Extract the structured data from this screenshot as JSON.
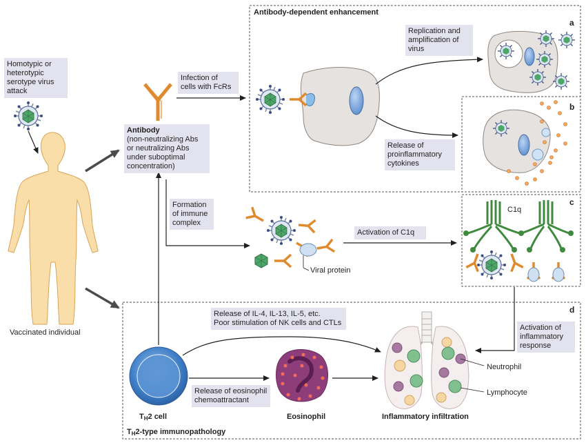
{
  "source_box": [
    "Homotypic or",
    "heterotypic",
    "serotype virus",
    "attack"
  ],
  "vaccinated_label": "Vaccinated individual",
  "antibody": {
    "title": "Antibody",
    "desc": [
      "(non-neutralizing Abs",
      "or neutralizing Abs",
      "under suboptimal",
      "concentration)"
    ]
  },
  "infection_box": [
    "Infection of",
    "cells with FcRs"
  ],
  "ade_title": "Antibody-dependent enhancement",
  "panel_letters": {
    "a": "a",
    "b": "b",
    "c": "c",
    "d": "d"
  },
  "replication_box": [
    "Replication and",
    "amplification of",
    "virus"
  ],
  "release_box": [
    "Release of",
    "proinflammatory",
    "cytokines"
  ],
  "formation_box": [
    "Formation",
    "of immune",
    "complex"
  ],
  "viral_protein": "Viral protein",
  "activation_c1q_box": "Activation of C1q",
  "c1q_label": "C1q",
  "activation_inflam_box": [
    "Activation of",
    "inflammatory",
    "response"
  ],
  "release_il_box": [
    "Release of IL-4, IL-13, IL-5, etc.",
    "Poor stimulation of NK cells and CTLs"
  ],
  "eosinophil_box": [
    "Release of eosinophil",
    "chemoattractant"
  ],
  "th2_cell": {
    "prefix": "T",
    "sub": "H",
    "suffix": "2 cell"
  },
  "eosinophil_label": "Eosinophil",
  "inflammatory_label": "Inflammatory infiltration",
  "neutrophil_label": "Neutrophil",
  "lymphocyte_label": "Lymphocyte",
  "th2_pathology": {
    "prefix": "T",
    "sub": "H",
    "suffix": "2-type immunopathology"
  },
  "colors": {
    "antibody": "#e08a2e",
    "box": "#e3e3ef",
    "body": "#f9deaa",
    "c1q": "#3f8a3f",
    "cell": "#e6e2df"
  }
}
